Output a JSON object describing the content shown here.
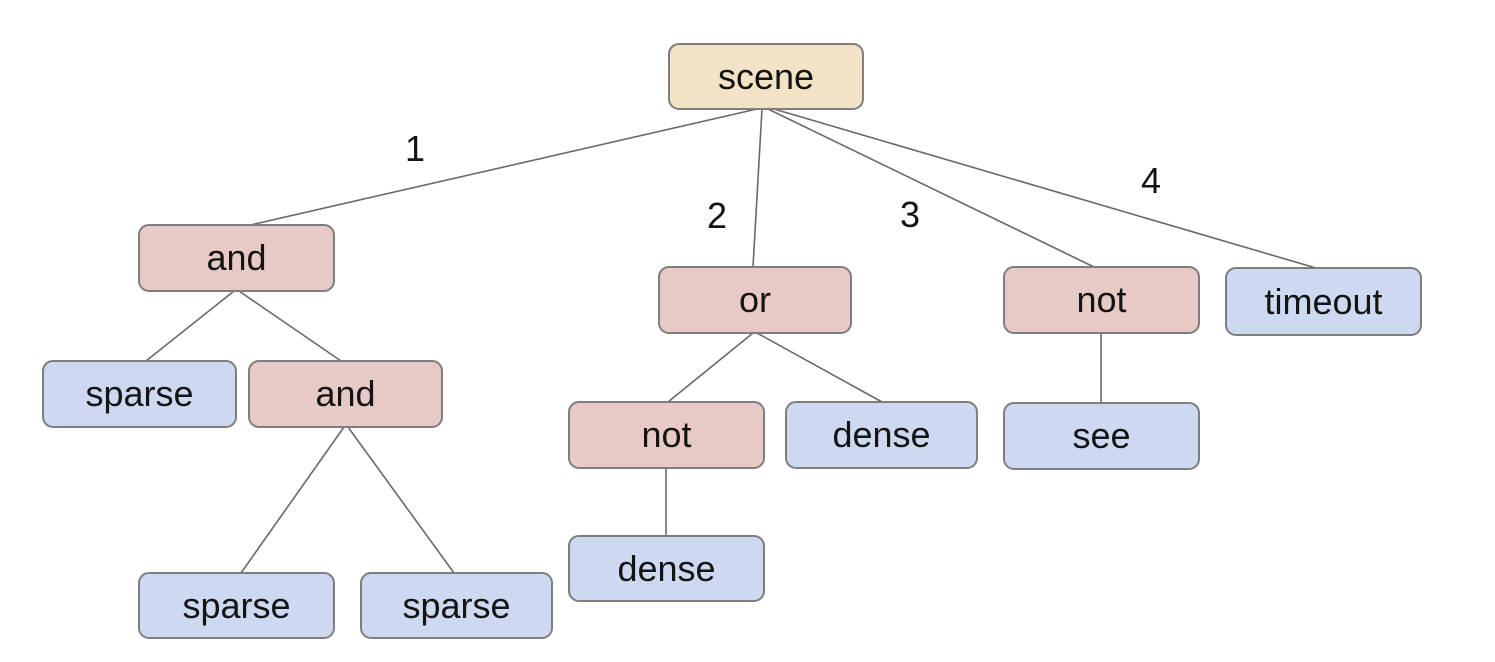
{
  "colors": {
    "root_fill": "#f3e3c6",
    "op_fill": "#e7cac5",
    "leaf_fill": "#cdd9f0",
    "border": "#7e7e7e",
    "line": "#696969"
  },
  "diagram": {
    "type": "tree",
    "nodes": [
      {
        "id": "scene",
        "label": "scene",
        "type": "root"
      },
      {
        "id": "and-1",
        "label": "and",
        "type": "operator"
      },
      {
        "id": "or-1",
        "label": "or",
        "type": "operator"
      },
      {
        "id": "not-1",
        "label": "not",
        "type": "operator"
      },
      {
        "id": "timeout",
        "label": "timeout",
        "type": "leaf"
      },
      {
        "id": "sparse-1",
        "label": "sparse",
        "type": "leaf"
      },
      {
        "id": "and-2",
        "label": "and",
        "type": "operator"
      },
      {
        "id": "not-2",
        "label": "not",
        "type": "operator"
      },
      {
        "id": "dense-1",
        "label": "dense",
        "type": "leaf"
      },
      {
        "id": "see",
        "label": "see",
        "type": "leaf"
      },
      {
        "id": "sparse-2",
        "label": "sparse",
        "type": "leaf"
      },
      {
        "id": "sparse-3",
        "label": "sparse",
        "type": "leaf"
      },
      {
        "id": "dense-2",
        "label": "dense",
        "type": "leaf"
      }
    ],
    "edges": [
      {
        "from": "scene",
        "to": "and-1",
        "label": "1"
      },
      {
        "from": "scene",
        "to": "or-1",
        "label": "2"
      },
      {
        "from": "scene",
        "to": "not-1",
        "label": "3"
      },
      {
        "from": "scene",
        "to": "timeout",
        "label": "4"
      },
      {
        "from": "and-1",
        "to": "sparse-1",
        "label": ""
      },
      {
        "from": "and-1",
        "to": "and-2",
        "label": ""
      },
      {
        "from": "and-2",
        "to": "sparse-2",
        "label": ""
      },
      {
        "from": "and-2",
        "to": "sparse-3",
        "label": ""
      },
      {
        "from": "or-1",
        "to": "not-2",
        "label": ""
      },
      {
        "from": "or-1",
        "to": "dense-1",
        "label": ""
      },
      {
        "from": "not-2",
        "to": "dense-2",
        "label": ""
      },
      {
        "from": "not-1",
        "to": "see",
        "label": ""
      }
    ]
  }
}
